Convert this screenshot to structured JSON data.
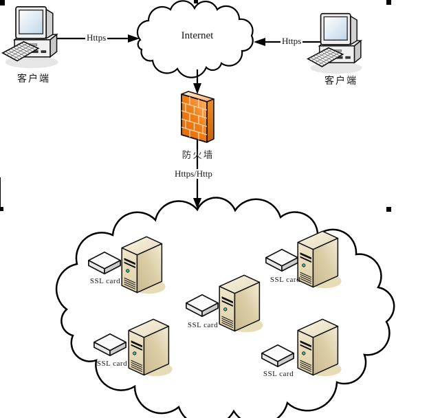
{
  "clients": {
    "left_label": "客户端",
    "right_label": "客户端"
  },
  "internet": {
    "label": "Internet"
  },
  "links": {
    "left_https": "Https",
    "right_https": "Https",
    "firewall_down": "Https/Http"
  },
  "firewall": {
    "label": "防火墙"
  },
  "cluster": {
    "servers": [
      {
        "card_label": "SSL card"
      },
      {
        "card_label": "SSL card"
      },
      {
        "card_label": "SSL card"
      },
      {
        "card_label": "SSL card"
      },
      {
        "card_label": "SSL card"
      }
    ]
  },
  "colors": {
    "firewall_orange": "#F07F18",
    "server_tan": "#E8DFC2",
    "led_green": "#49BCA8",
    "outline": "#111111"
  }
}
